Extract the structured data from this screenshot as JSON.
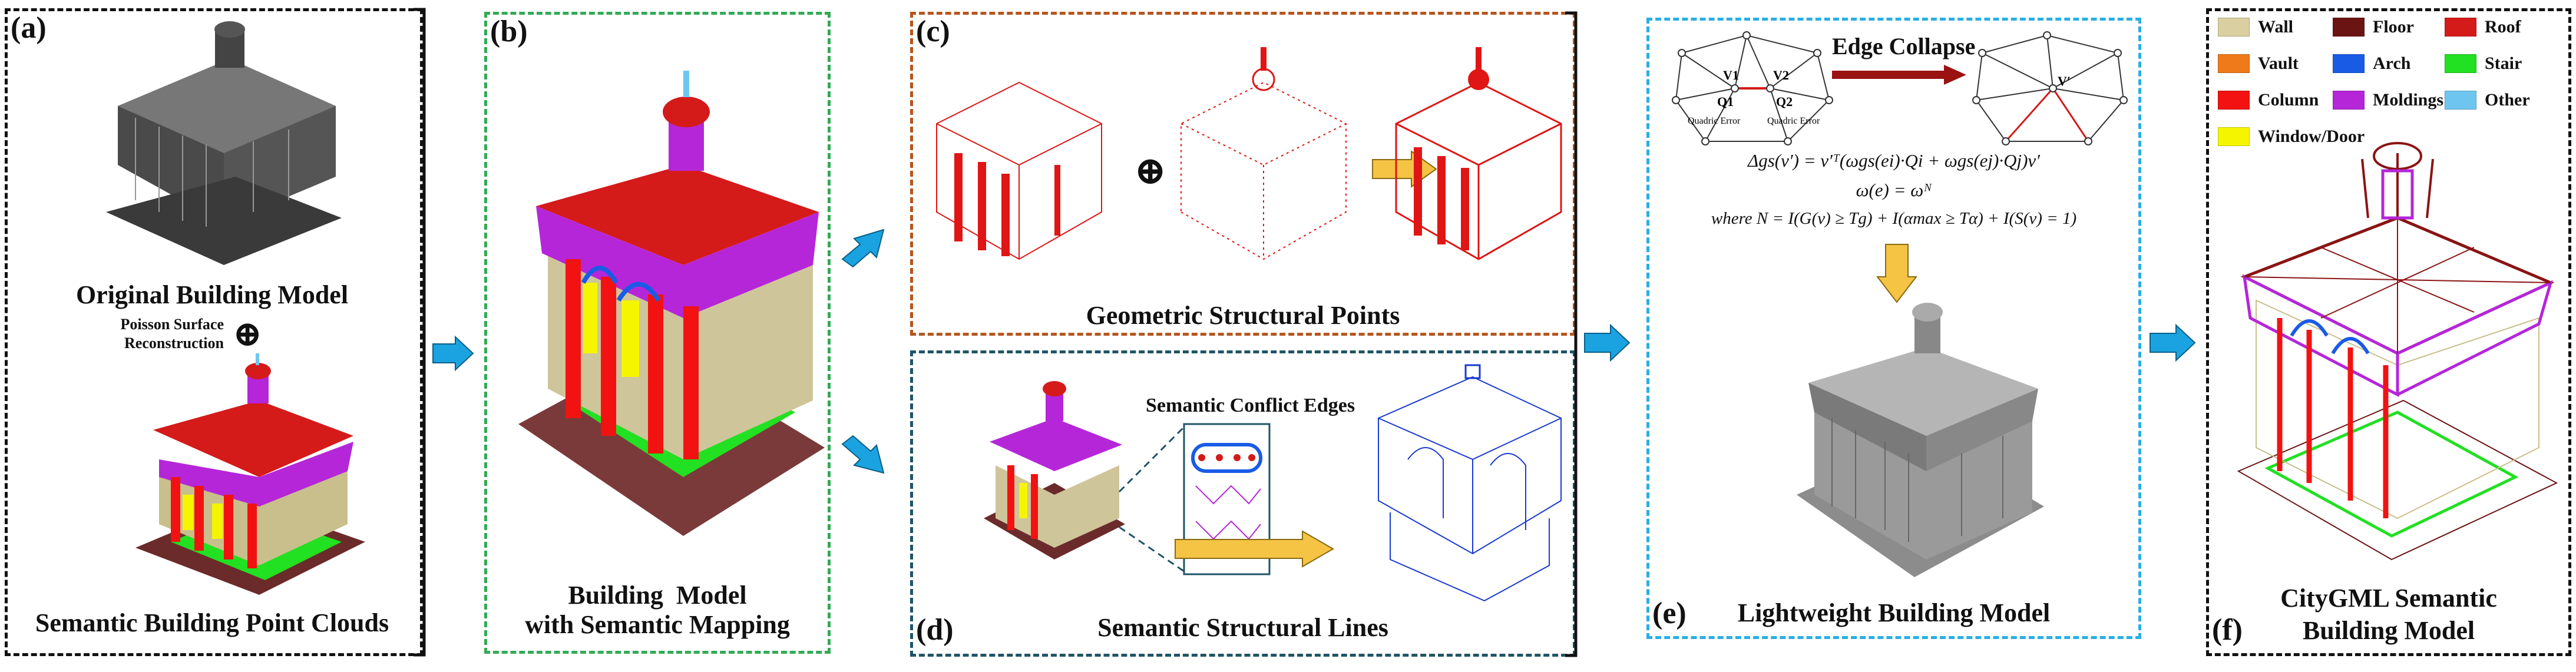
{
  "panels": {
    "a": {
      "label": "(a)",
      "top_caption": "Original Building Model",
      "op_text": "Poisson Surface Reconstruction",
      "plus": "⊕",
      "bottom_caption": "Semantic Building Point Clouds"
    },
    "b": {
      "label": "(b)",
      "caption_line1": "Building  Model",
      "caption_line2": "with Semantic Mapping"
    },
    "c": {
      "label": "(c)",
      "plus": "⊕",
      "caption": "Geometric Structural Points"
    },
    "d": {
      "label": "(d)",
      "conflict_label": "Semantic Conflict Edges",
      "caption": "Semantic Structural Lines"
    },
    "e": {
      "label": "(e)",
      "edge_collapse": "Edge Collapse",
      "caption": "Lightweight Building Model",
      "eq1": "Δgs(v′) = v′ᵀ(ωgs(ei)·Qi + ωgs(ej)·Qj)v′",
      "eq2": "ω(e) = ωᴺ",
      "eq3": "where N = I(G(v) ≥ Tg) + I(αmax ≥ Tα) + I(S(v) = 1)",
      "diagram_labels": [
        "V1",
        "V2",
        "Q1",
        "Q2",
        "V′",
        "Quadric Error",
        "Quadric Error"
      ]
    },
    "f": {
      "label": "(f)",
      "caption_line1": "CityGML Semantic",
      "caption_line2": "Building Model"
    }
  },
  "legend": [
    {
      "name": "Wall",
      "color": "#d9cfa0"
    },
    {
      "name": "Floor",
      "color": "#6b1414"
    },
    {
      "name": "Roof",
      "color": "#d51a1a"
    },
    {
      "name": "Vault",
      "color": "#ef7a1a"
    },
    {
      "name": "Arch",
      "color": "#1a5be6"
    },
    {
      "name": "Stair",
      "color": "#22e022"
    },
    {
      "name": "Column",
      "color": "#f21212"
    },
    {
      "name": "Moldings",
      "color": "#b526d9"
    },
    {
      "name": "Other",
      "color": "#6ec6f0"
    },
    {
      "name": "Window/Door",
      "color": "#f5f500"
    }
  ],
  "colors": {
    "arrow_blue": "#1aa3e0",
    "arrow_yellow": "#f5c445",
    "arrow_darkred": "#9b1212",
    "border_a": "#111111",
    "border_b": "#33aa55",
    "border_c": "#b5561f",
    "border_d": "#1f5566",
    "border_e": "#2aaee5",
    "border_f": "#111111"
  }
}
